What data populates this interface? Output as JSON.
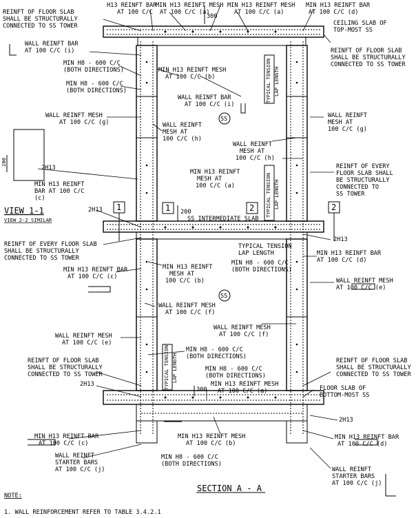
{
  "labels": {
    "top_left_reinft_1": "REINFT OF FLOOR SLAB",
    "top_left_reinft_2": "SHALL BE STRUCTURALLY",
    "top_left_reinft_3": "CONNECTED TO SS TOWER",
    "h13_bar_top": "H13 REINFT BAR",
    "at100_top": "AT 100 C/C",
    "min_h13_mesh_top": "MIN H13 REINFT MESH",
    "at100_a_top": "AT 100 C/C (a)",
    "dim_300_top": "300",
    "min_h13_bar_top_right": "MIN H13 REINFT BAR",
    "at100_d_top": "AT 100 C/C (d)",
    "ceiling_slab_1": "CEILING SLAB OF",
    "ceiling_slab_2": "TOP-MOST SS",
    "wall_bar_l_1": "WALL REINFT BAR",
    "wall_bar_l_2": "AT 100 C/C (i)",
    "right_reinft_1": "REINFT OF FLOOR SLAB",
    "right_reinft_2": "SHALL BE STRUCTURALLY",
    "right_reinft_3": "CONNECTED TO SS TOWER",
    "min_h8_a_1": "MIN H8 - 600 C/C",
    "min_h8_a_2": "(BOTH DIRECTIONS)",
    "min_h13_mesh_b_1": "MIN H13 REINFT MESH",
    "min_h13_mesh_b_2": "AT 100 C/C (b)",
    "min_h8_b_1": "MIN H8 - 600 C/C",
    "min_h8_b_2": "(BOTH DIRECTIONS)",
    "typ_tension_1": "TYPICAL TENSION",
    "typ_tension_2": "LAP LENGTH",
    "wall_bar_c_1": "WALL REINFT BAR",
    "wall_bar_c_2": "AT 100 C/C (i)",
    "wall_mesh_l_1": "WALL REINFT MESH",
    "wall_mesh_l_2": "AT 100 C/C (g)",
    "wall_mesh_r_1": "WALL REINFT",
    "wall_mesh_r_2": "MESH AT",
    "wall_mesh_r_3": "100 C/C (g)",
    "wall_mesh_h_l_1": "WALL REINFT",
    "wall_mesh_h_l_2": "MESH AT",
    "wall_mesh_h_l_3": "100 C/C (h)",
    "wall_mesh_h_r_1": "WALL REINFT",
    "wall_mesh_h_r_2": "MESH AT",
    "wall_mesh_h_r_3": "100 C/C (h)",
    "ss": "SS",
    "dim_200": "200",
    "h2_13_a": "2H13",
    "min_h13_c_1": "MIN H13 REINFT",
    "min_h13_c_2": "BAR AT 100 C/C",
    "min_h13_c_3": "(c)",
    "min_h13_mesh_a_1": "MIN H13 REINFT",
    "min_h13_mesh_a_2": "MESH AT",
    "min_h13_mesh_a_3": "100 C/C (a)",
    "every_floor_r_1": "REINFT OF EVERY",
    "every_floor_r_2": "FLOOR SLAB SHALL",
    "every_floor_r_3": "BE STRUCTURALLY",
    "every_floor_r_4": "CONNECTED TO",
    "every_floor_r_5": "SS TOWER",
    "view_title": "VIEW 1-1",
    "view_sub": "VIEW 2-2 SIMILAR",
    "h2_13_b": "2H13",
    "sec_1": "1",
    "sec_2": "2",
    "dim_200_b": "200",
    "intermediate_slab": "SS INTERMEDIATE SLAB",
    "every_floor_l_1": "REINFT OF EVERY FLOOR SLAB",
    "every_floor_l_2": "SHALL BE STRUCTURALLY",
    "every_floor_l_3": "CONNECTED TO SS TOWER",
    "h2_13_c": "2H13",
    "typ_tension_mid_1": "TYPICAL TENSION",
    "typ_tension_mid_2": "LAP LENGTH",
    "min_h8_mid_1": "MIN H8 - 600 C/C",
    "min_h8_mid_2": "(BOTH DIRECTIONS)",
    "min_h13_bar_d_1": "MIN H13 REINFT BAR",
    "min_h13_bar_d_2": "AT 100 C/C (d)",
    "min_h13_bar_c_1": "MIN H13 REINFT BAR",
    "min_h13_bar_c_2": "AT 100 C/C (c)",
    "min_h13_mesh_b2_1": "MIN H13 REINFT",
    "min_h13_mesh_b2_2": "MESH AT",
    "min_h13_mesh_b2_3": "100 C/C (b)",
    "wall_mesh_e_r_1": "WALL REINFT MESH",
    "wall_mesh_e_r_2": "AT 100 C/C (e)",
    "wall_mesh_f_1": "WALL REINFT MESH",
    "wall_mesh_f_2": "AT 100 C/C (f)",
    "wall_mesh_f2_1": "WALL REINFT MESH",
    "wall_mesh_f2_2": "AT 100 C/C (f)",
    "wall_mesh_e_l_1": "WALL REINFT MESH",
    "wall_mesh_e_l_2": "AT 100 C/C (e)",
    "min_h8_c_1": "MIN H8 - 600 C/C",
    "min_h8_c_2": "(BOTH DIRECTIONS)",
    "reinft_bl_1": "REINFT OF FLOOR SLAB",
    "reinft_bl_2": "SHALL BE STRUCTURALLY",
    "reinft_bl_3": "CONNECTED TO SS TOWER",
    "reinft_br_1": "REINFT OF FLOOR SLAB",
    "reinft_br_2": "SHALL BE STRUCTURALLY",
    "reinft_br_3": "CONNECTED TO SS TOWER",
    "typ_tension_low_1": "TYPICAL TENSION",
    "typ_tension_low_2": "LAP LENGTH",
    "min_h8_d_1": "MIN H8 - 600 C/C",
    "min_h8_d_2": "(BOTH DIRECTIONS)",
    "h2_13_d": "2H13",
    "dim_300_low": "300",
    "min_h13_mesh_a2_1": "MIN H13 REINFT MESH",
    "min_h13_mesh_a2_2": "AT 100 C/C (a)",
    "floor_slab_bot_1": "FLOOR SLAB OF",
    "floor_slab_bot_2": "BOTTOM-MOST SS",
    "h2_13_e": "2H13",
    "min_h13_bar_c3_1": "MIN H13 REINFT BAR",
    "min_h13_bar_c3_2": "AT 100 C/C (c)",
    "min_h13_mesh_b3_1": "MIN H13 REINFT MESH",
    "min_h13_mesh_b3_2": "AT 100 C/C (b)",
    "min_h13_bar_d3_1": "MIN H13 REINFT BAR",
    "min_h13_bar_d3_2": "AT 100 C/C (d)",
    "starter_l_1": "WALL REINFT",
    "starter_l_2": "STARTER BARS",
    "starter_l_3": "AT 100 C/C (j)",
    "min_h8_e_1": "MIN H8 - 600 C/C",
    "min_h8_e_2": "(BOTH DIRECTIONS)",
    "starter_r_1": "WALL REINFT",
    "starter_r_2": "STARTER BARS",
    "starter_r_3": "AT 100 C/C (j)",
    "section_title": "SECTION A - A",
    "note_title": "NOTE:",
    "note_1": "1. WALL REINFORCEMENT REFER TO TABLE 3.4.2.1"
  }
}
